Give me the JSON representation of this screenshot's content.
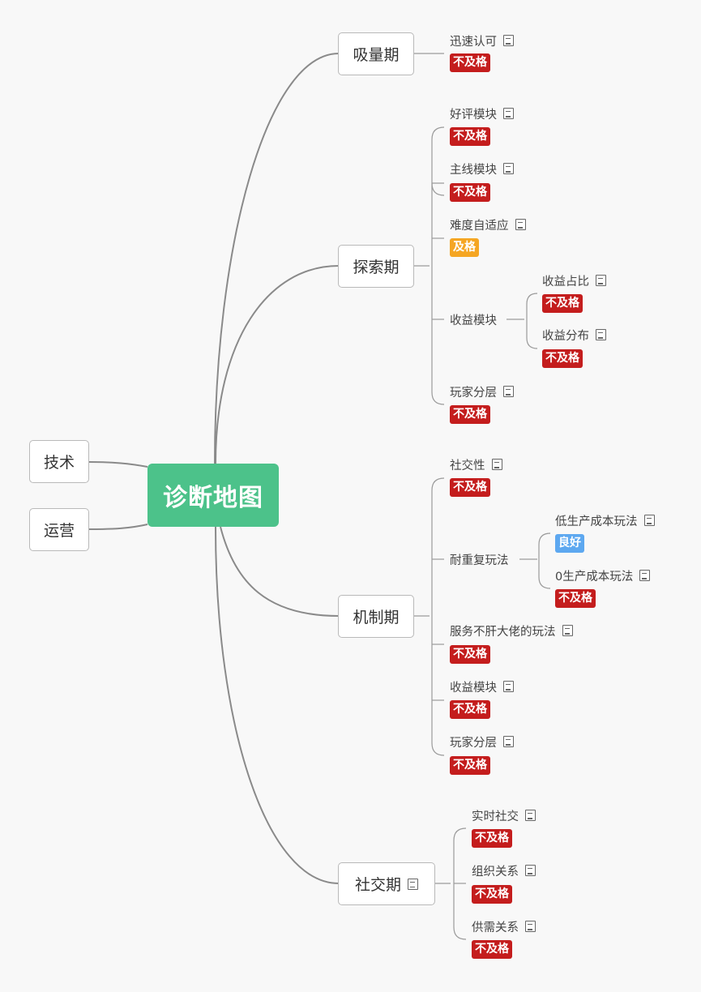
{
  "root": {
    "label": "诊断地图"
  },
  "left": {
    "tech": "技术",
    "ops": "运营"
  },
  "stages": {
    "acquire": "吸量期",
    "explore": "探索期",
    "mechanism": "机制期",
    "social": "社交期"
  },
  "nodes": {
    "quick_recognition": "迅速认可",
    "review_module": "好评模块",
    "mainline_module": "主线模块",
    "difficulty_adaptive": "难度自适应",
    "revenue_module": "收益模块",
    "revenue_share": "收益占比",
    "revenue_distribution": "收益分布",
    "player_tiers": "玩家分层",
    "sociability": "社交性",
    "replayable": "耐重复玩法",
    "low_cost": "低生产成本玩法",
    "zero_cost": "0生产成本玩法",
    "no_grind": "服务不肝大佬的玩法",
    "revenue_module_2": "收益模块",
    "player_tiers_2": "玩家分层",
    "realtime_social": "实时社交",
    "organization": "组织关系",
    "supply_demand": "供需关系"
  },
  "grades": {
    "fail": "不及格",
    "pass": "及格",
    "good": "良好"
  },
  "colors": {
    "root": "#4cc28a",
    "fail": "#c41d1d",
    "pass": "#f5a623",
    "good": "#5da8f0",
    "line": "#8a8a8a"
  },
  "icons": {
    "note": "note-icon"
  }
}
